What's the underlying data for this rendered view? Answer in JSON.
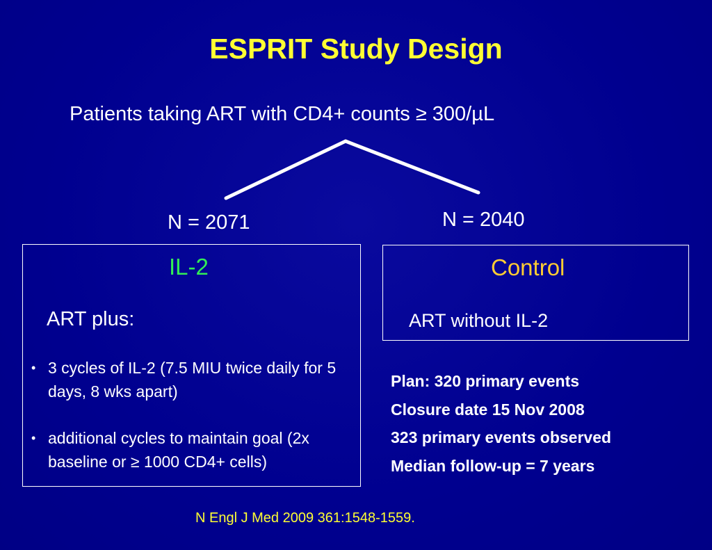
{
  "slide": {
    "title": "ESPRIT Study Design",
    "population": "Patients taking ART with CD4+ counts ≥ 300/µL",
    "arms": [
      {
        "n_label": "N = 2071",
        "name": "IL-2",
        "regimen": "ART plus:",
        "bullets": [
          "3 cycles of IL-2 (7.5 MIU twice daily for 5 days, 8 wks apart)",
          "additional cycles to maintain goal (2x baseline or ≥ 1000 CD4+ cells)"
        ]
      },
      {
        "n_label": "N = 2040",
        "name": "Control",
        "regimen": "ART without IL-2"
      }
    ],
    "facts": [
      "Plan:  320 primary events",
      "Closure date 15 Nov 2008",
      "323 primary events observed",
      "Median follow-up = 7 years"
    ],
    "citation": "N Engl J Med 2009 361:1548-1559."
  },
  "colors": {
    "background": "#00008f",
    "title": "#ffff33",
    "il2_arm": "#33ee55",
    "control_arm": "#ffcc33",
    "text": "#ffffff"
  }
}
